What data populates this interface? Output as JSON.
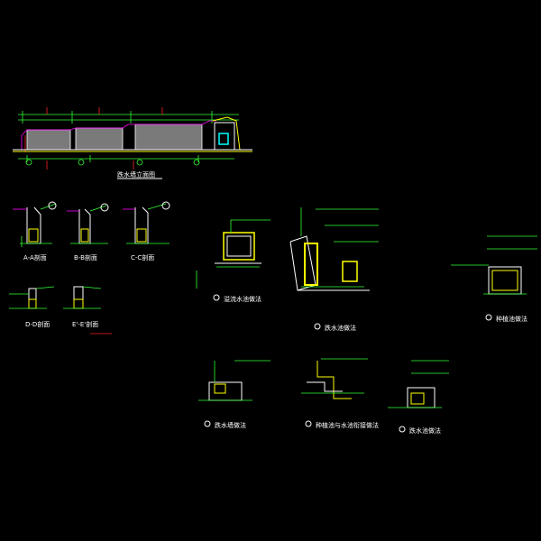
{
  "elevation": {
    "title": "跌水墙立面图"
  },
  "sections": {
    "a": "A-A剖面",
    "b": "B-B剖面",
    "c": "C-C剖面",
    "d": "D-D剖面",
    "e": "E'-E'剖面"
  },
  "details": {
    "d1": "溢流水池做法",
    "d2": "跌水池做法",
    "d3": "种植池做法",
    "d4": "跌水墙做法",
    "d5": "种植池与水池衔接做法",
    "d6": "跌水池做法"
  },
  "colors": {
    "background": "#000000",
    "line_white": "#ffffff",
    "line_green": "#33ff33",
    "line_yellow": "#ffff00",
    "line_magenta": "#ff00ff",
    "line_cyan": "#00ffff",
    "concrete": "#7a7a7a"
  }
}
